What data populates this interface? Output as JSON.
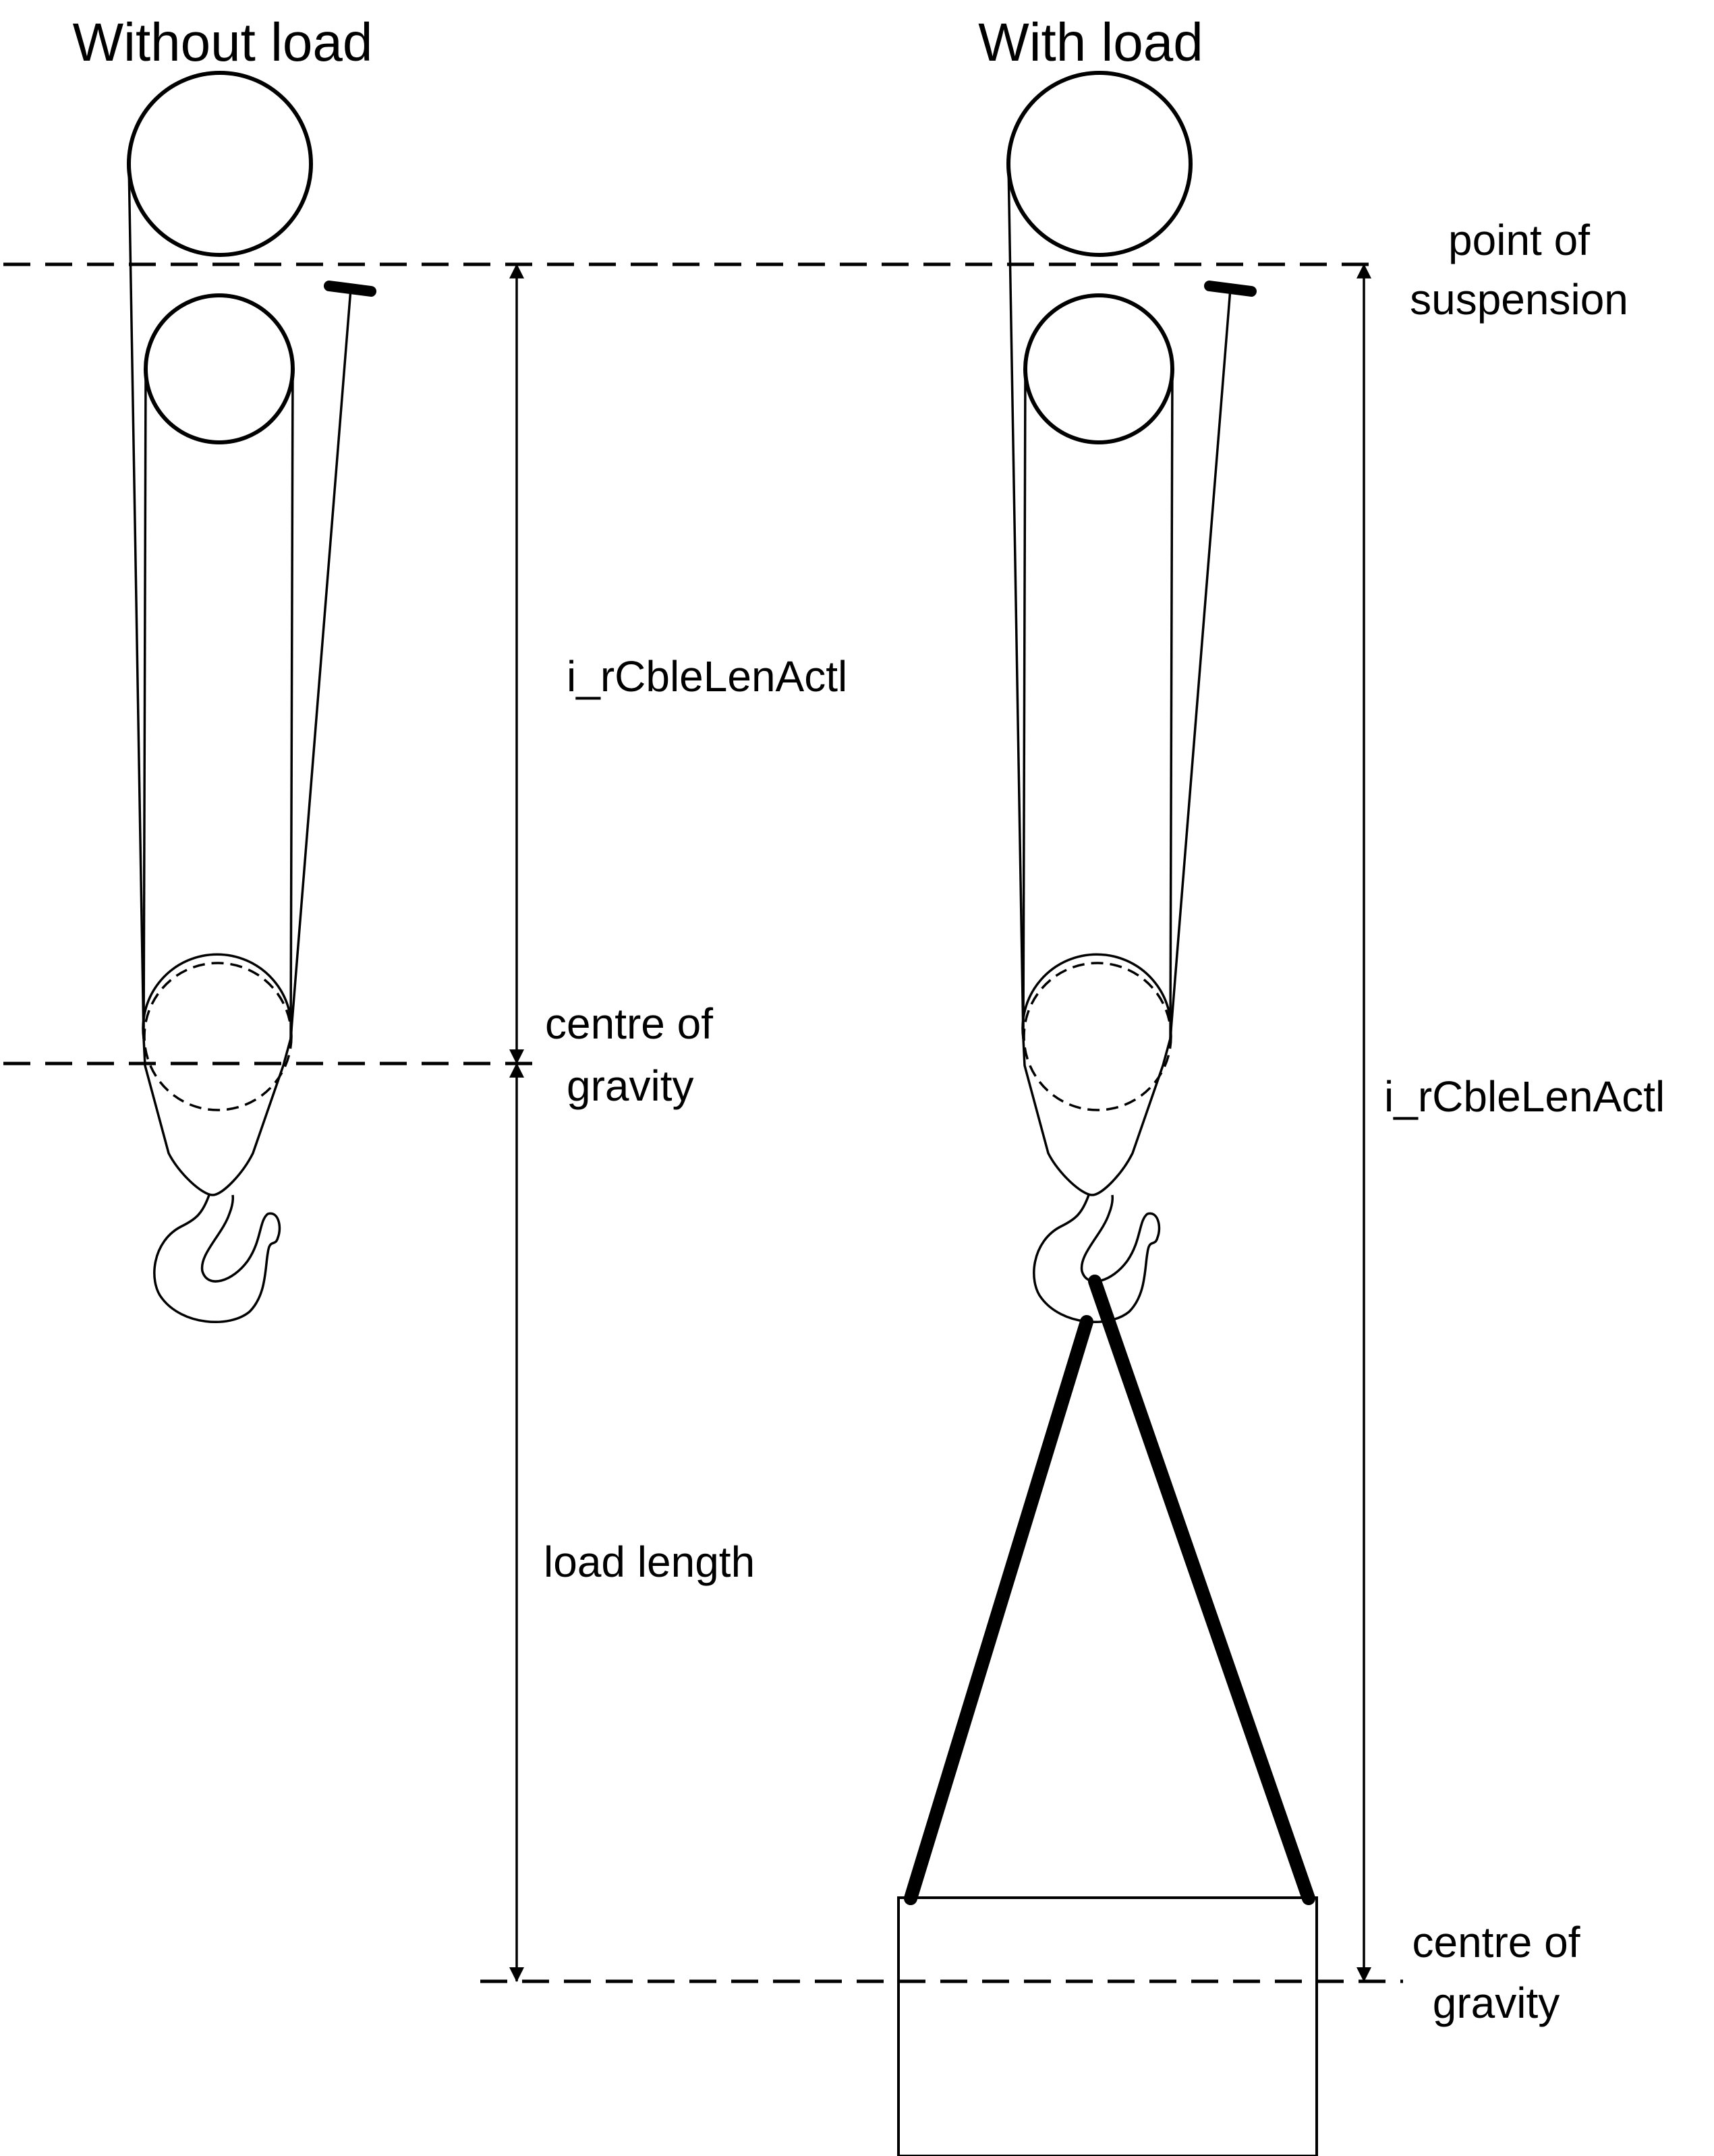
{
  "titles": {
    "without_load": "Without load",
    "with_load": "With load"
  },
  "labels": {
    "point_of_suspension_line1": "point of",
    "point_of_suspension_line2": "suspension",
    "cable_length_left": "i_rCbleLenActl",
    "cable_length_right": "i_rCbleLenActl",
    "cog_left_line1": "centre of",
    "cog_left_line2": "gravity",
    "load_length": "load length",
    "cog_right_line1": "centre of",
    "cog_right_line2": "gravity"
  },
  "colors": {
    "stroke": "#000000",
    "background": "#ffffff"
  }
}
